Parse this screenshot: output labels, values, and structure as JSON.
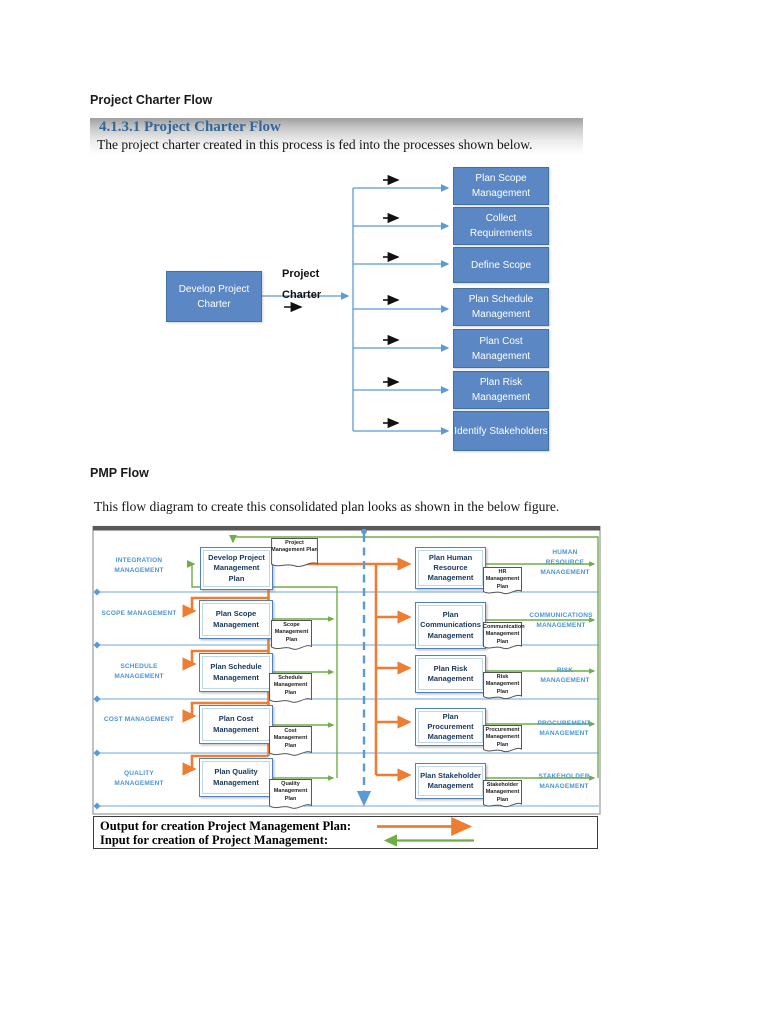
{
  "charter": {
    "heading": "Project Charter Flow",
    "section_title": "4.1.3.1 Project Charter Flow",
    "section_body": "The project charter created in this process is fed into the processes shown below.",
    "source": "Develop Project Charter",
    "connector_label": "Project Charter",
    "targets": [
      "Plan Scope Management",
      "Collect Requirements",
      "Define Scope",
      "Plan Schedule Management",
      "Plan Cost Management",
      "Plan Risk Management",
      "Identify Stakeholders"
    ]
  },
  "pmp": {
    "heading": "PMP Flow",
    "body": "This flow diagram to create this consolidated plan looks as shown in the below figure.",
    "left_lanes": [
      "INTEGRATION MANAGEMENT",
      "SCOPE MANAGEMENT",
      "SCHEDULE MANAGEMENT",
      "COST MANAGEMENT",
      "QUALITY MANAGEMENT"
    ],
    "right_lanes": [
      "HUMAN RESOURCE MANAGEMENT",
      "COMMUNICATIONS MANAGEMENT",
      "RISK MANAGEMENT",
      "PROCUREMENT MANAGEMENT",
      "STAKEHOLDER MANAGEMENT"
    ],
    "processes": {
      "develop": "Develop Project Management Plan",
      "left": [
        "Plan Scope Management",
        "Plan Schedule Management",
        "Plan Cost Management",
        "Plan Quality Management"
      ],
      "right": [
        "Plan Human Resource Management",
        "Plan Communications Management",
        "Plan Risk Management",
        "Plan Procurement Management",
        "Plan Stakeholder Management"
      ]
    },
    "documents": {
      "develop": "Project Management Plan",
      "left": [
        "Scope Management Plan",
        "Schedule Management Plan",
        "Cost Management Plan",
        "Quality Management Plan"
      ],
      "right": [
        "HR Management Plan",
        "Communication Management Plan",
        "Risk Management Plan",
        "Procurement Management Plan",
        "Stakeholder Management Plan"
      ]
    },
    "legend": {
      "output_label": "Output for creation Project Management Plan:",
      "input_label": "Input for creation of Project Management:"
    }
  },
  "colors": {
    "node_blue": "#5b87c5",
    "connector_blue": "#5b9bd5",
    "output_orange": "#ed7d31",
    "input_green": "#70ad47",
    "lane_label_blue": "#4a94d8",
    "heading_blue": "#31679b"
  }
}
